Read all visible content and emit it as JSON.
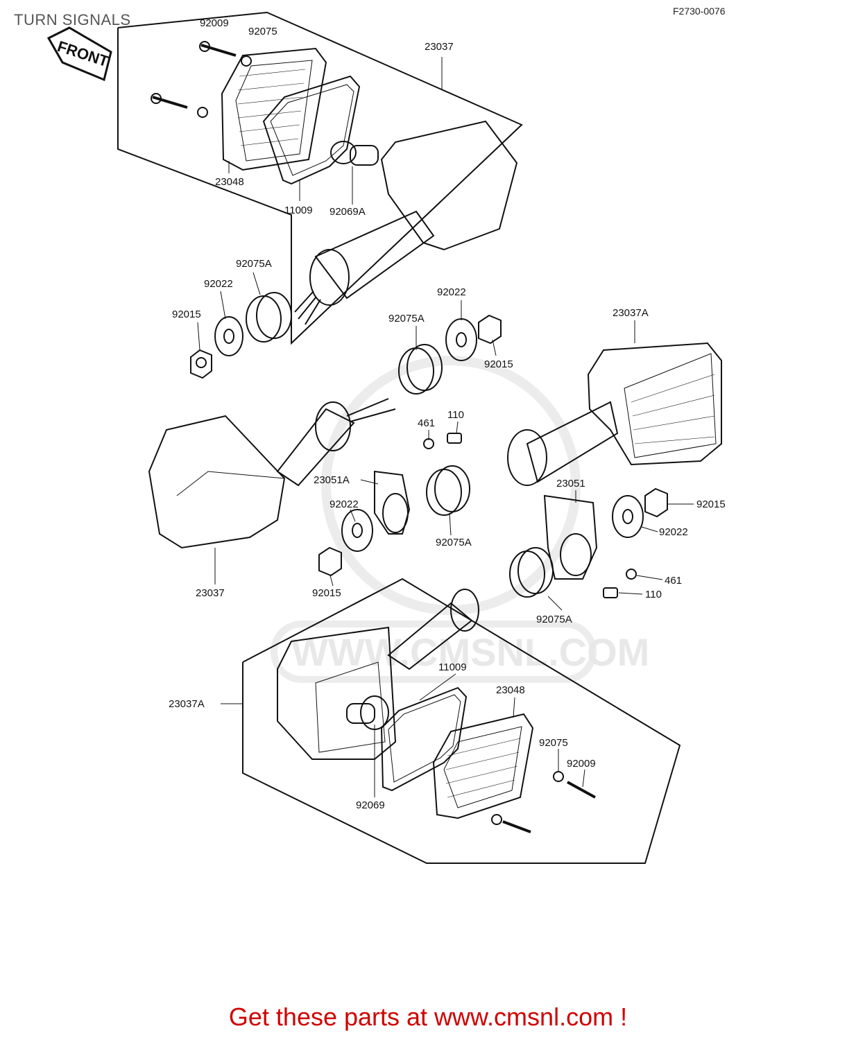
{
  "header": {
    "title": "TURN SIGNALS",
    "code": "F2730-0076"
  },
  "front_arrow": {
    "label": "FRONT"
  },
  "watermark": {
    "text": "WWW.CMSNL.COM"
  },
  "callouts": [
    "92009",
    "92075",
    "23037",
    "23048",
    "11009",
    "92069A",
    "92075A",
    "92022",
    "92015",
    "92022",
    "92075A",
    "92015",
    "23037A",
    "461",
    "110",
    "23051A",
    "92022",
    "92075A",
    "92015",
    "23037",
    "23051",
    "92015",
    "92022",
    "461",
    "110",
    "92075A",
    "11009",
    "23048",
    "23037A",
    "92075",
    "92009",
    "92069"
  ],
  "footer": {
    "text": "Get these parts at www.cmsnl.com !"
  },
  "colors": {
    "line": "#111111",
    "footer": "#d00000",
    "watermark": "#e8e8e8"
  }
}
